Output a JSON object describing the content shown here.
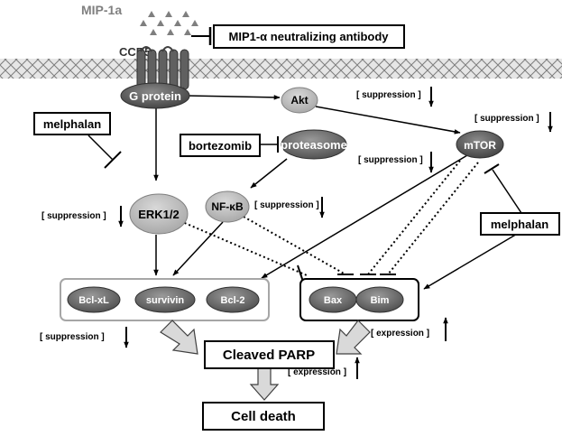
{
  "ligand": {
    "label": "MIP-1a"
  },
  "antibody": {
    "label": "MIP1-α neutralizing antibody"
  },
  "receptor": {
    "label": "CCR5"
  },
  "nodes": {
    "g_protein": "G protein",
    "akt": "Akt",
    "mtor": "mTOR",
    "proteasome": "proteasome",
    "erk": "ERK1/2",
    "nfkb": "NF-κB"
  },
  "drugs": {
    "melphalan_left": "melphalan",
    "bortezomib": "bortezomib",
    "melphalan_right": "melphalan"
  },
  "annotations": {
    "akt_suppression": "[ suppression ]",
    "mtor_suppression": "[ suppression ]",
    "proteasome_suppression": "[ suppression ]",
    "erk_suppression": "[ suppression ]",
    "nfkb_suppression": "[ suppression ]",
    "anti_apoptotic_suppression": "[ suppression ]",
    "pro_apoptotic_expression": "[ expression ]",
    "parp_expression": "[ expression ]"
  },
  "anti_apoptotic": [
    "Bcl-xL",
    "survivin",
    "Bcl-2"
  ],
  "pro_apoptotic": [
    "Bax",
    "Bim"
  ],
  "outcomes": {
    "cleaved_parp": "Cleaved PARP",
    "cell_death": "Cell death"
  },
  "colors": {
    "node_dark": "#595959",
    "node_light": "#bfbfbf",
    "membrane": "#9a9a9a",
    "ligand": "#7f7f7f",
    "block_arrow": "#d9d9d9",
    "box_border_light": "#a6a6a6"
  }
}
